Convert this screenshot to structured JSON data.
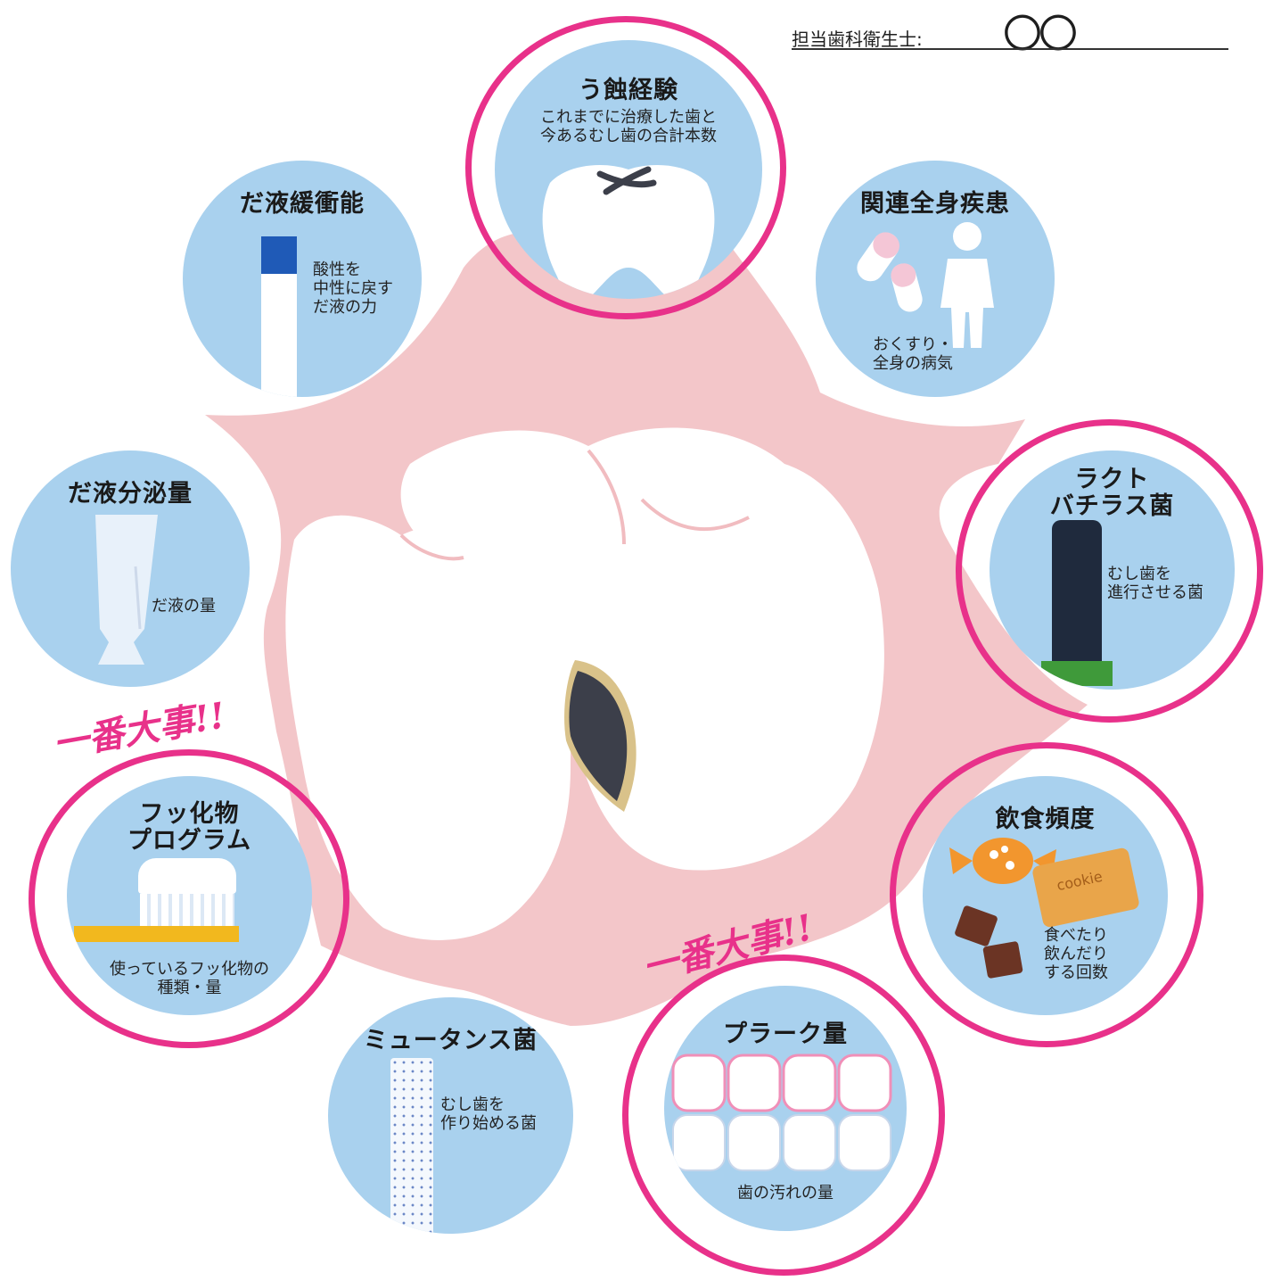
{
  "header": {
    "label": "担当歯科衛生士:",
    "name": "〇〇"
  },
  "annotations": {
    "most_important_1": "一番大事!!",
    "most_important_2": "一番大事!!"
  },
  "factors": {
    "caries_experience": {
      "title": "う蝕経験",
      "desc": [
        "これまでに治療した歯と",
        "今あるむし歯の合計本数"
      ],
      "highlighted": true
    },
    "saliva_buffer": {
      "title": "だ液緩衝能",
      "desc": [
        "酸性を",
        "中性に戻す",
        "だ液の力"
      ],
      "highlighted": false
    },
    "systemic_disease": {
      "title": "関連全身疾患",
      "desc": [
        "おくすり・",
        "全身の病気"
      ],
      "highlighted": false
    },
    "saliva_volume": {
      "title": "だ液分泌量",
      "desc": [
        "だ液の量"
      ],
      "highlighted": false
    },
    "lactobacillus": {
      "title": [
        "ラクト",
        "バチラス菌"
      ],
      "desc": [
        "むし歯を",
        "進行させる菌"
      ],
      "highlighted": true
    },
    "fluoride_program": {
      "title": [
        "フッ化物",
        "プログラム"
      ],
      "desc": [
        "使っているフッ化物の",
        "種類・量"
      ],
      "highlighted": true
    },
    "eating_frequency": {
      "title": "飲食頻度",
      "desc": [
        "食べたり",
        "飲んだり",
        "する回数"
      ],
      "highlighted": true,
      "cookie_text": "cookie"
    },
    "mutans": {
      "title": "ミュータンス菌",
      "desc": [
        "むし歯を",
        "作り始める菌"
      ],
      "highlighted": false
    },
    "plaque": {
      "title": "プラーク量",
      "desc": [
        "歯の汚れの量"
      ],
      "highlighted": true
    }
  },
  "colors": {
    "circle": "#a9d1ee",
    "highlight": "#e8318a",
    "gum": "#f1bcc0"
  }
}
